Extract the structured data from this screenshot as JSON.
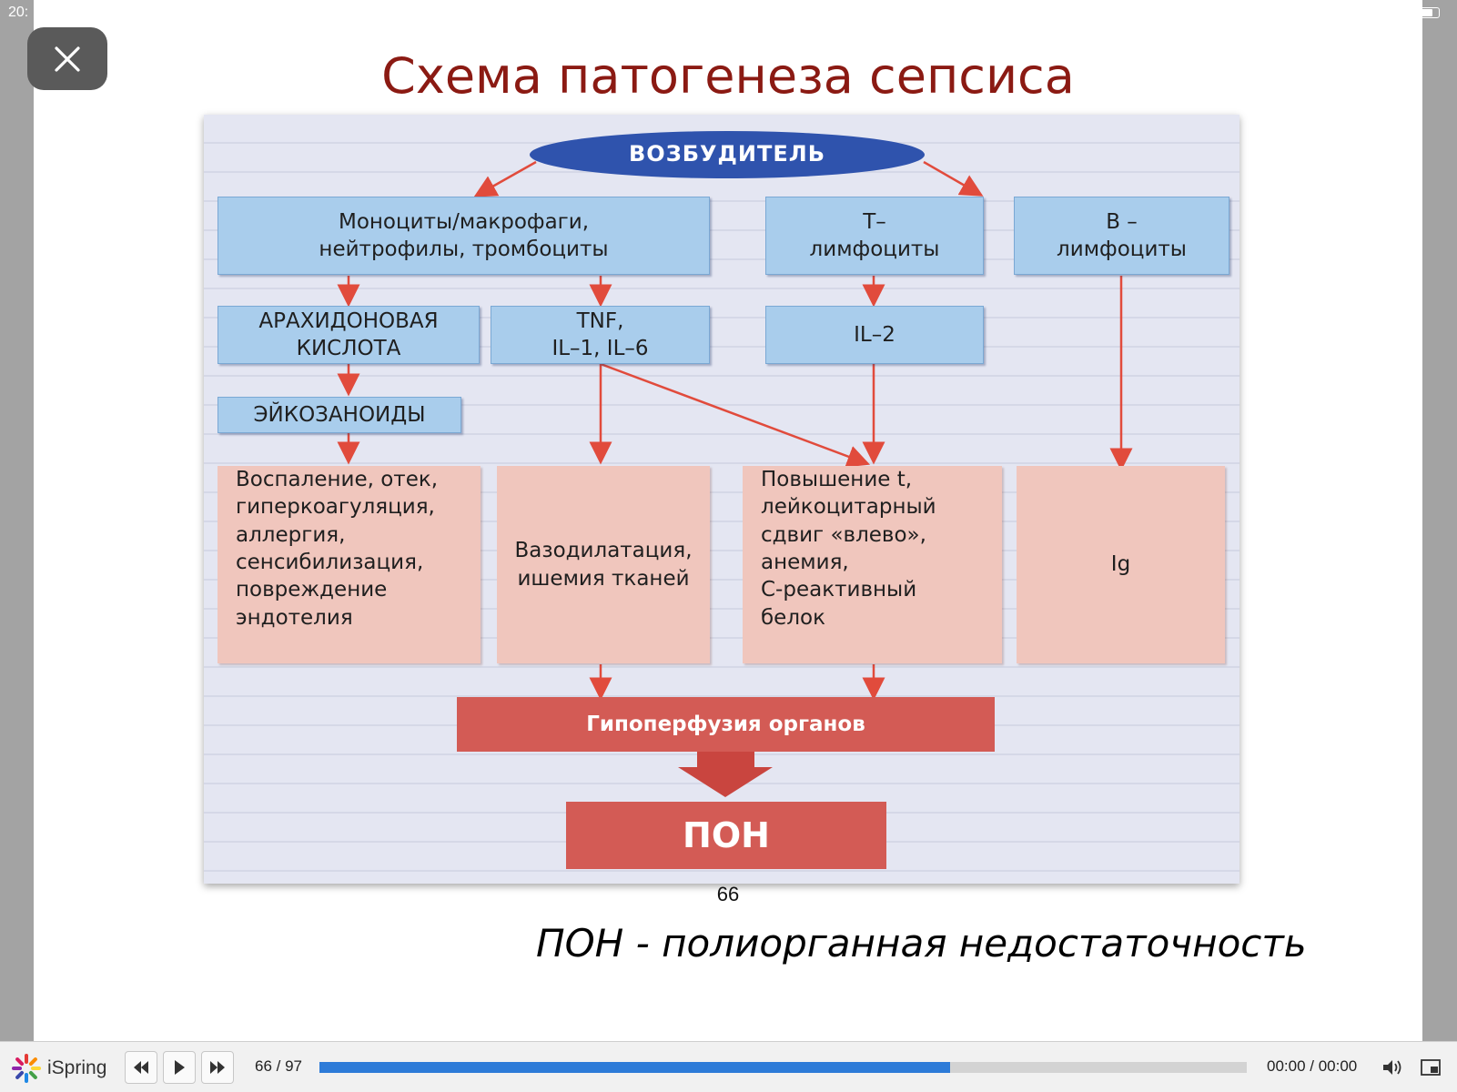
{
  "status_bar": {
    "time": "20:"
  },
  "slide": {
    "title": "Схема патогенеза сепсиса",
    "page_number": "66",
    "caption": "ПОН - полиорганная недостаточность",
    "scheme": {
      "agent": "ВОЗБУДИТЕЛЬ",
      "monocytes": [
        "Моноциты/макрофаги,",
        "нейтрофилы, тромбоциты"
      ],
      "t_lymph": [
        "Т–",
        "лимфоциты"
      ],
      "b_lymph": [
        "В –",
        "лимфоциты"
      ],
      "arachidonic": [
        "АРАХИДОНОВАЯ",
        "КИСЛОТА"
      ],
      "tnf": [
        "TNF,",
        "IL–1, IL–6"
      ],
      "il2": "IL–2",
      "eicosanoids": "ЭЙКОЗАНОИДЫ",
      "inflammation": [
        "Воспаление, отек,",
        "гиперкоагуляция,",
        "аллергия,",
        "сенсибилизация,",
        "повреждение",
        "эндотелия"
      ],
      "vasodilation": [
        "Вазодилатация,",
        "ишемия тканей"
      ],
      "fever": [
        "Повышение t,",
        "лейкоцитарный",
        "сдвиг «влево»,",
        "анемия,",
        "С-реактивный",
        "белок"
      ],
      "ig": "Ig",
      "hypoperfusion": "Гипоперфузия органов",
      "pon": "ПОН"
    }
  },
  "player": {
    "logo_text": "iSpring",
    "slide_counter": "66 / 97",
    "time": "00:00 / 00:00",
    "progress": 0.68
  },
  "colors": {
    "title": "#8b1a13",
    "blue_box": "#a9cdec",
    "pink_box": "#f0c6bd",
    "red_box": "#d35b55",
    "agent": "#2f53ad",
    "arrow": "#e14b3c",
    "progress": "#2d7bd8"
  }
}
